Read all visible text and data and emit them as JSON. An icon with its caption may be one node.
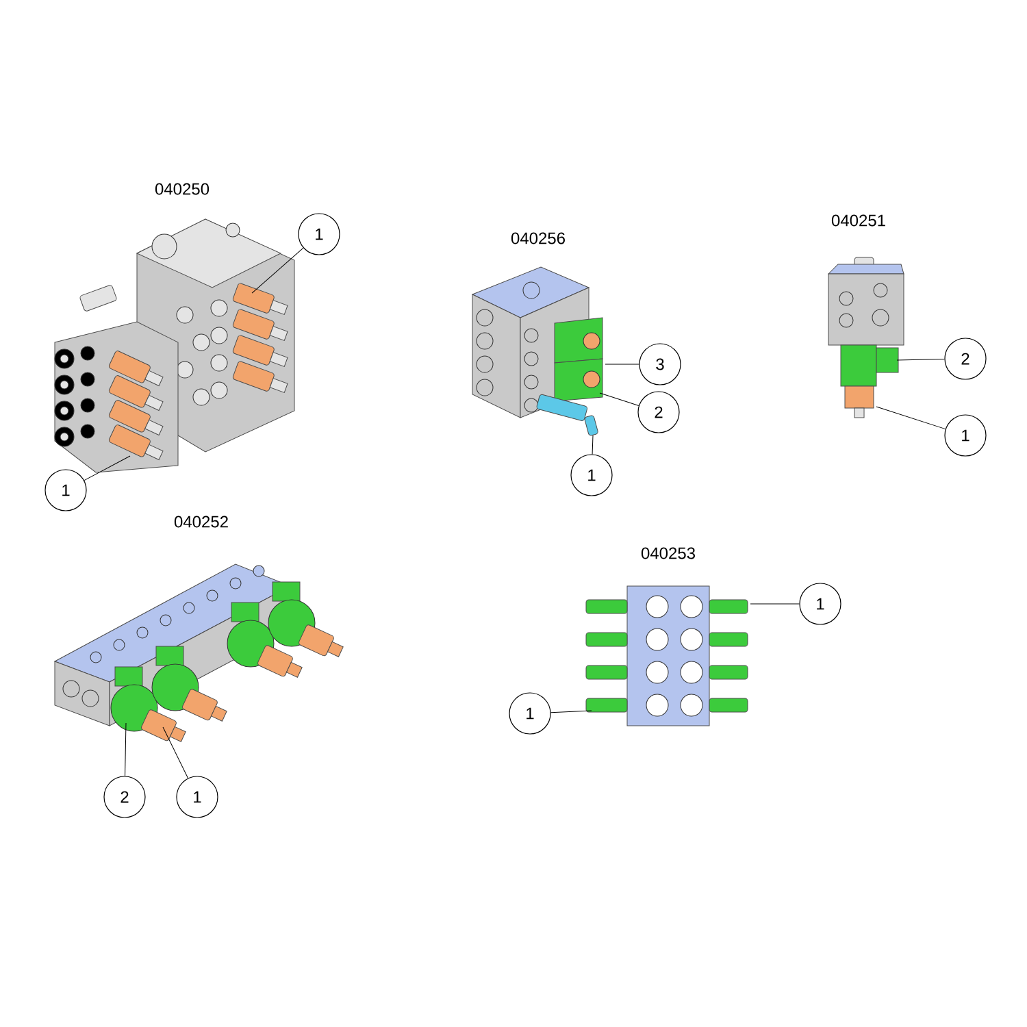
{
  "diagram": {
    "nodes": [
      {
        "text": [
          "1"
        ]
      },
      {
        "text": [
          "1"
        ]
      },
      {
        "text": [
          "3"
        ]
      },
      {
        "text": [
          "2"
        ]
      },
      {
        "text": [
          "1"
        ]
      },
      {
        "text": [
          "2"
        ]
      },
      {
        "text": [
          "1"
        ]
      },
      {
        "text": [
          "2"
        ]
      },
      {
        "text": [
          "1"
        ]
      },
      {
        "text": [
          "1"
        ]
      },
      {
        "text": [
          "1"
        ]
      },
      {
        "text": [],
        "shape": "picture"
      },
      {
        "text": [],
        "shape": "picture"
      },
      {
        "text": [],
        "shape": "picture"
      },
      {
        "text": [],
        "shape": "picture"
      },
      {
        "text": [],
        "shape": "picture"
      }
    ],
    "edges": [
      {
        "from": 0,
        "to": 11,
        "arrow": "none"
      },
      {
        "from": 1,
        "to": 11,
        "arrow": "none"
      },
      {
        "from": 2,
        "to": 12,
        "arrow": "none"
      },
      {
        "from": 3,
        "to": 12,
        "arrow": "none"
      },
      {
        "from": 4,
        "to": 12,
        "arrow": "none"
      },
      {
        "from": 5,
        "to": 13,
        "arrow": "none"
      },
      {
        "from": 6,
        "to": 13,
        "arrow": "none"
      },
      {
        "from": 7,
        "to": 14,
        "arrow": "none"
      },
      {
        "from": 8,
        "to": 14,
        "arrow": "none"
      },
      {
        "from": 9,
        "to": 15,
        "arrow": "none"
      },
      {
        "from": 10,
        "to": 15,
        "arrow": "none"
      }
    ],
    "labels": [
      "040250",
      "040256",
      "040251",
      "040252",
      "040253"
    ]
  }
}
